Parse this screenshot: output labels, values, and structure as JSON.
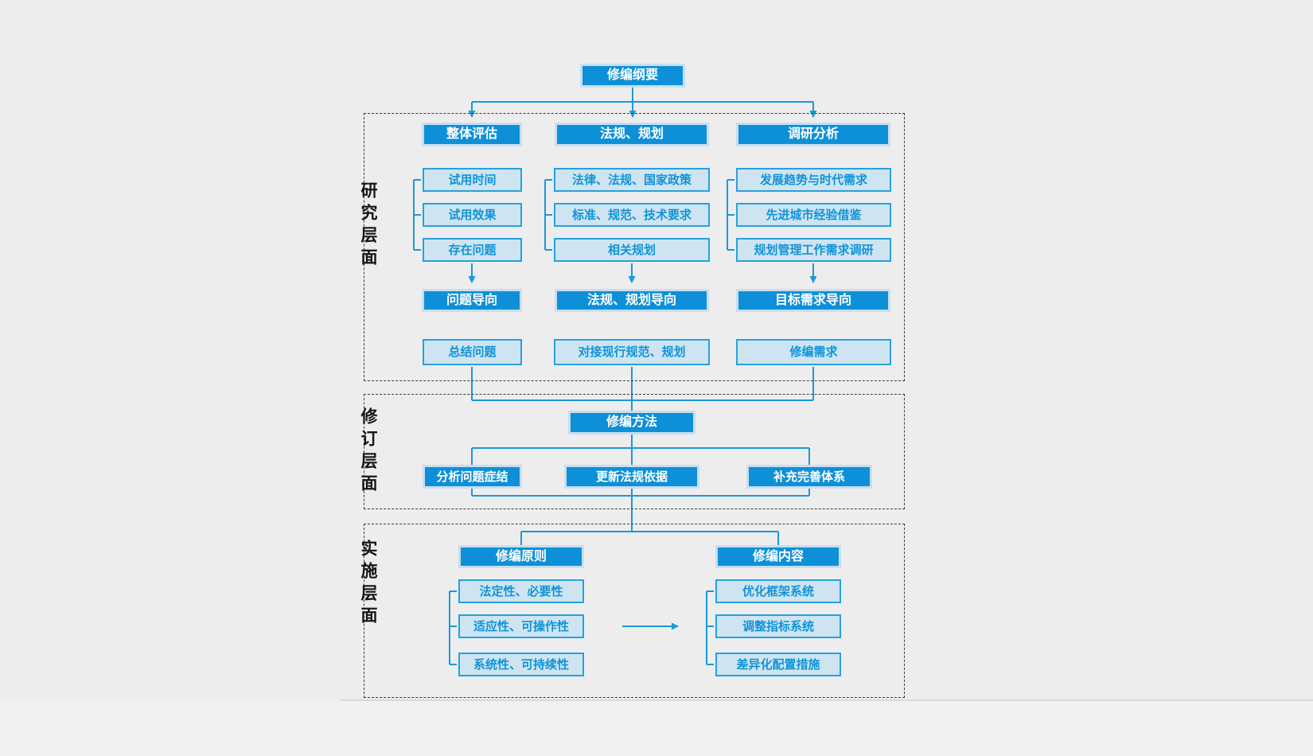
{
  "diagram": {
    "root_label": "修编纲要",
    "research": {
      "side_label": "研究层面",
      "columns": [
        {
          "header": "整体评估",
          "items": [
            "试用时间",
            "试用效果",
            "存在问题"
          ],
          "orientation": "问题导向",
          "result": "总结问题"
        },
        {
          "header": "法规、规划",
          "items": [
            "法律、法规、国家政策",
            "标准、规范、技术要求",
            "相关规划"
          ],
          "orientation": "法规、规划导向",
          "result": "对接现行规范、规划"
        },
        {
          "header": "调研分析",
          "items": [
            "发展趋势与时代需求",
            "先进城市经验借鉴",
            "规划管理工作需求调研"
          ],
          "orientation": "目标需求导向",
          "result": "修编需求"
        }
      ]
    },
    "revision": {
      "side_label": "修订层面",
      "hub": "修编方法",
      "items": [
        "分析问题症结",
        "更新法规依据",
        "补充完善体系"
      ]
    },
    "implementation": {
      "side_label": "实施层面",
      "groups": [
        {
          "header": "修编原则",
          "items": [
            "法定性、必要性",
            "适应性、可操作性",
            "系统性、可持续性"
          ]
        },
        {
          "header": "修编内容",
          "items": [
            "优化框架系统",
            "调整指标系统",
            "差异化配置措施"
          ]
        }
      ]
    },
    "colors": {
      "accent_blue": "#0e90d8",
      "light_fill": "#cfe4f1",
      "light_border": "#2aa0da",
      "line_blue": "#1b98da",
      "background": "#ededed"
    }
  }
}
